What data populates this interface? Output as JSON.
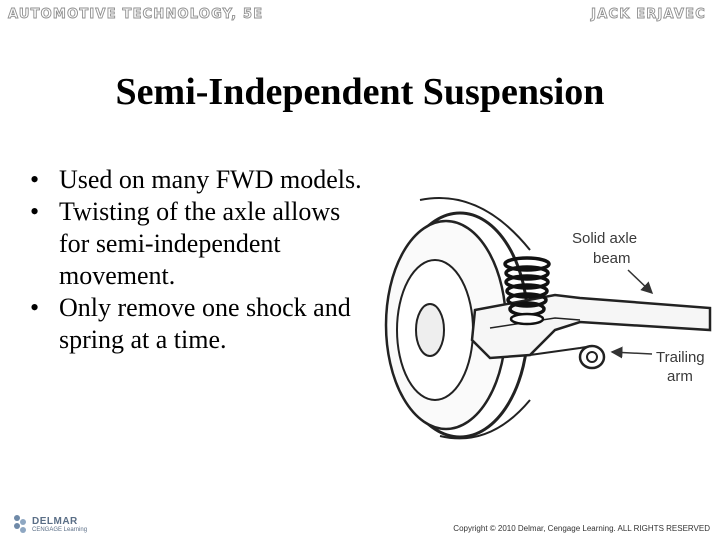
{
  "header": {
    "left": "AUTOMOTIVE TECHNOLOGY, 5E",
    "right": "JACK ERJAVEC"
  },
  "title": "Semi-Independent Suspension",
  "bullets": [
    "Used on many FWD models.",
    "Twisting of the axle allows for semi-independent movement.",
    "Only remove one shock and spring at a time."
  ],
  "bullet_glyph": "•",
  "figure": {
    "label_top": [
      "Solid axle",
      "beam"
    ],
    "label_bottom": [
      "Trailing",
      "arm"
    ]
  },
  "footer": {
    "logo_word": "DELMAR",
    "logo_sub": "CENGAGE Learning",
    "copyright": "Copyright © 2010 Delmar, Cengage Learning. ALL RIGHTS RESERVED"
  }
}
